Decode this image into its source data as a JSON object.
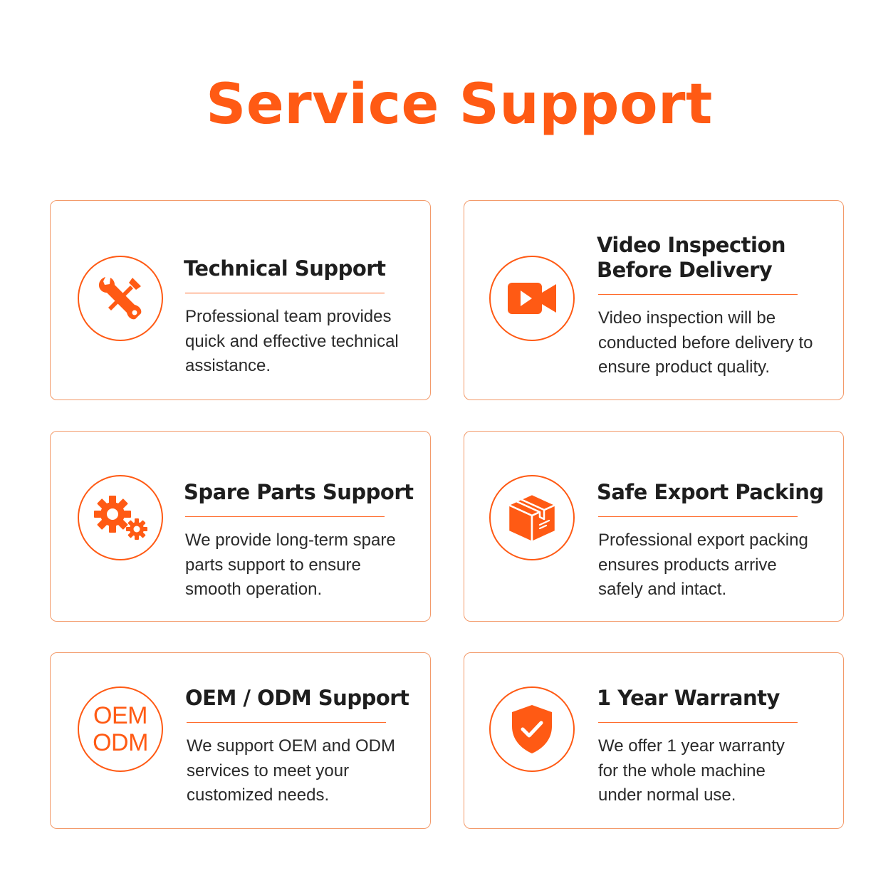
{
  "page": {
    "title": "Service Support",
    "accent_color": "#ff5a14",
    "border_color": "#f39a6a"
  },
  "cards": [
    {
      "icon": "wrench-screwdriver-icon",
      "title": "Technical Support",
      "description": [
        "Professional team provides",
        "quick and effective technical",
        "assistance."
      ]
    },
    {
      "icon": "video-camera-icon",
      "title": [
        "Video Inspection",
        "Before Delivery"
      ],
      "description": [
        "Video inspection will be",
        "conducted before delivery to",
        "ensure product quality."
      ]
    },
    {
      "icon": "gears-icon",
      "title": "Spare Parts Support",
      "description": [
        "We provide long-term spare",
        "parts support to ensure",
        "smooth operation."
      ]
    },
    {
      "icon": "package-box-icon",
      "title": "Safe Export Packing",
      "description": [
        "Professional export packing",
        "ensures products arrive",
        "safely and intact."
      ]
    },
    {
      "icon": "oem-odm-icon",
      "icon_text": [
        "OEM",
        "ODM"
      ],
      "title": "OEM / ODM Support",
      "description": [
        "We support OEM and ODM",
        "services to meet your",
        "customized needs."
      ]
    },
    {
      "icon": "shield-check-icon",
      "title": "1 Year Warranty",
      "description": [
        "We offer 1 year warranty",
        "for the whole machine",
        "under normal use."
      ]
    }
  ]
}
